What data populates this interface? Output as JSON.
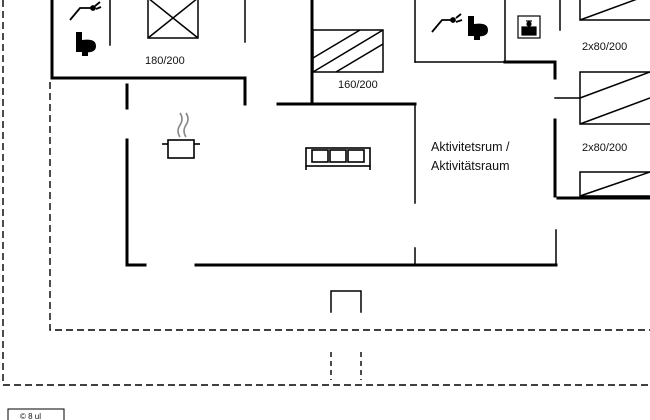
{
  "beds": {
    "bed_a": "180/200",
    "bed_b": "160/200",
    "bed_c": "2x80/200",
    "bed_d": "2x80/200"
  },
  "room": {
    "line1": "Aktivitetsrum /",
    "line2": "Aktivitätsraum"
  },
  "corner": {
    "tag": "© 8 ul"
  },
  "icons": [
    "shower-icon",
    "toilet-icon",
    "washbasin-icon",
    "cooking-pot-icon",
    "sofa-icon"
  ],
  "colors": {
    "line": "#000000",
    "background": "#ffffff"
  }
}
